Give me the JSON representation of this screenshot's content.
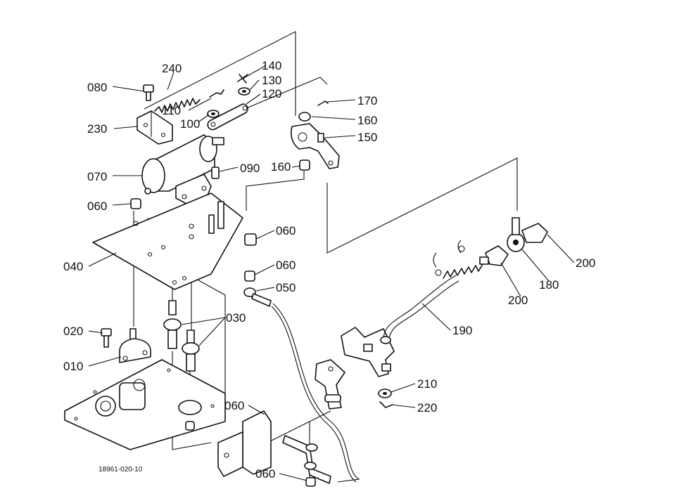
{
  "labels": {
    "p240": "240",
    "p080": "080",
    "p140": "140",
    "p130": "130",
    "p120": "120",
    "p110": "110",
    "p100": "100",
    "p230": "230",
    "p170": "170",
    "p160a": "160",
    "p150": "150",
    "p160b": "160",
    "p070": "070",
    "p090": "090",
    "p060a": "060",
    "p060b": "060",
    "p040": "040",
    "p060c": "060",
    "p050": "050",
    "p030": "030",
    "p020": "020",
    "p010": "010",
    "p200a": "200",
    "p180": "180",
    "p200b": "200",
    "p190": "190",
    "p210": "210",
    "p220": "220",
    "p060d": "060",
    "p060e": "060"
  },
  "reference": "18961-020-10"
}
